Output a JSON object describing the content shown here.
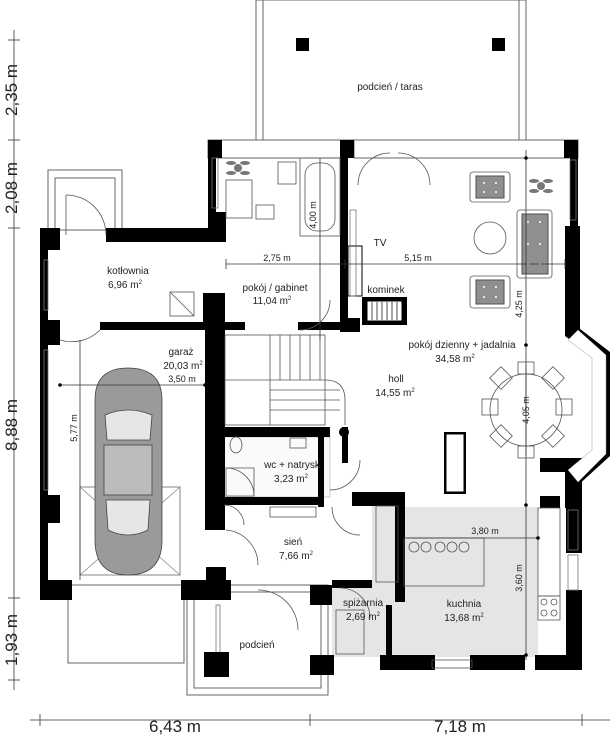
{
  "rooms": {
    "taras": {
      "name": "podcień / taras"
    },
    "kotlownia": {
      "name": "kotłownia",
      "area": "6,96 m"
    },
    "gabinet": {
      "name": "pokój / gabinet",
      "area": "11,04 m"
    },
    "dzienny": {
      "name": "pokój dzienny + jadalnia",
      "area": "34,58 m"
    },
    "garaz": {
      "name": "garaż",
      "area": "20,03 m"
    },
    "holl": {
      "name": "holl",
      "area": "14,55 m"
    },
    "wc": {
      "name": "wc + natrysk",
      "area": "3,23 m"
    },
    "sien": {
      "name": "sień",
      "area": "7,66 m"
    },
    "spizarnia": {
      "name": "spiżarnia",
      "area": "2,69 m"
    },
    "kuchnia": {
      "name": "kuchnia",
      "area": "13,68 m"
    },
    "podcien": {
      "name": "podcień"
    }
  },
  "area_unit_exp": "2",
  "labels": {
    "tv": "TV",
    "kominek": "kominek"
  },
  "inner_dims": {
    "d_275": "2,75 m",
    "d_515": "5,15 m",
    "d_400": "4,00 m",
    "d_425": "4,25 m",
    "d_350": "3,50 m",
    "d_577": "5,77 m",
    "d_405": "4,05 m",
    "d_380": "3,80 m",
    "d_360": "3,60 m"
  },
  "outer_dims": {
    "v_235": "2,35 m",
    "v_208": "2,08 m",
    "v_888": "8,88 m",
    "v_193": "1,93 m",
    "h_643": "6,43 m",
    "h_718": "7,18 m"
  },
  "colors": {
    "wall": "#000000",
    "line": "#555555",
    "dim_line": "#333333",
    "floor_grey": "#e3e3e3",
    "paving": "#cfcfcf",
    "plant": "#7a7a7a"
  }
}
